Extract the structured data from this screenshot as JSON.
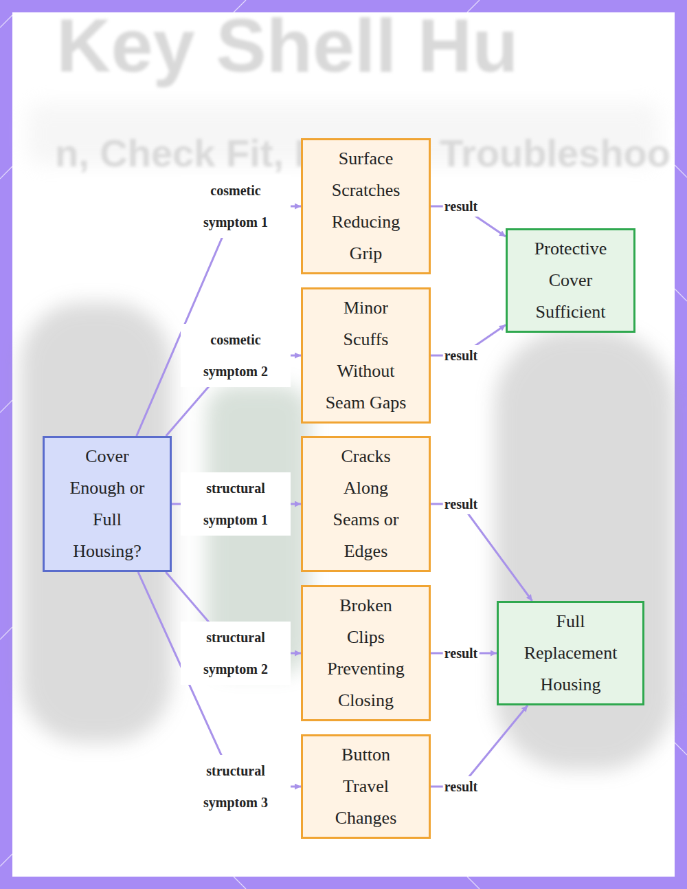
{
  "diagram": {
    "title": "Key Shell: Cover vs Full Housing Replacement",
    "nodes": [
      {
        "text": [
          "Cover Enough or Full Housing?"
        ]
      },
      {
        "text": [
          "Surface Scratches Reducing Grip"
        ]
      },
      {
        "text": [
          "Minor Scuffs Without Seam Gaps"
        ]
      },
      {
        "text": [
          "Cracks Along Seams or Edges"
        ]
      },
      {
        "text": [
          "Broken Clips Preventing Closing"
        ]
      },
      {
        "text": [
          "Button Travel Changes"
        ]
      },
      {
        "text": [
          "Protective Cover Sufficient"
        ]
      },
      {
        "text": [
          "Full Replacement Housing"
        ]
      }
    ],
    "edges": [
      {
        "from": 0,
        "to": 1,
        "label": "cosmetic symptom 1",
        "arrow": "to"
      },
      {
        "from": 0,
        "to": 2,
        "label": "cosmetic symptom 2",
        "arrow": "to"
      },
      {
        "from": 0,
        "to": 3,
        "label": "structural symptom 1",
        "arrow": "to"
      },
      {
        "from": 0,
        "to": 4,
        "label": "structural symptom 2",
        "arrow": "to"
      },
      {
        "from": 0,
        "to": 5,
        "label": "structural symptom 3",
        "arrow": "to"
      },
      {
        "from": 1,
        "to": 6,
        "label": "result",
        "arrow": "to"
      },
      {
        "from": 2,
        "to": 6,
        "label": "result",
        "arrow": "to"
      },
      {
        "from": 3,
        "to": 7,
        "label": "result",
        "arrow": "to"
      },
      {
        "from": 4,
        "to": 7,
        "label": "result",
        "arrow": "to"
      },
      {
        "from": 5,
        "to": 7,
        "label": "result",
        "arrow": "to"
      }
    ],
    "labels": [
      "Key Shell Hu",
      "n, Check Fit, R",
      "Troubleshoo"
    ]
  }
}
